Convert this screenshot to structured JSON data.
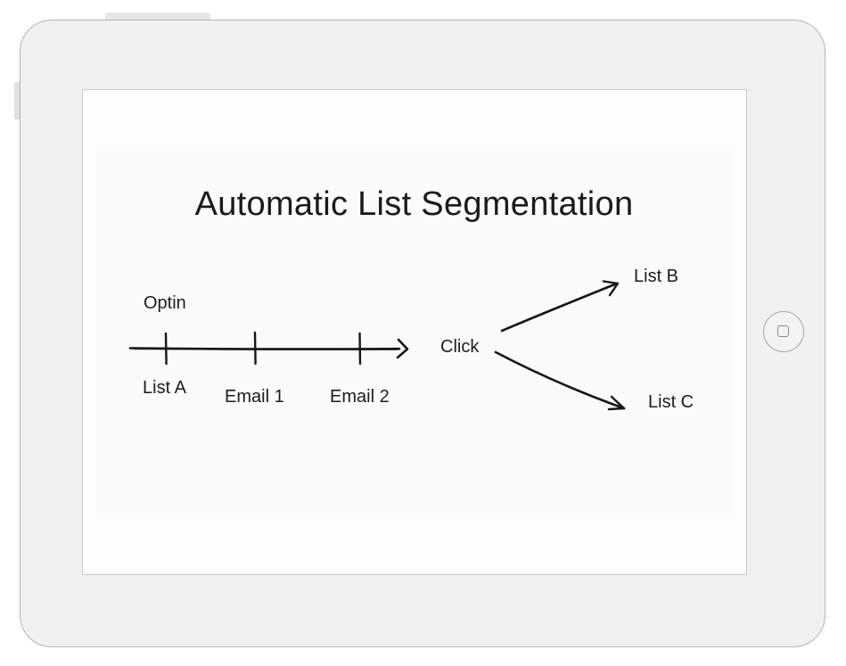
{
  "slide": {
    "title": "Automatic List Segmentation"
  },
  "diagram": {
    "labels": {
      "optin": "Optin",
      "list_a": "List A",
      "email_1": "Email 1",
      "email_2": "Email 2",
      "click": "Click",
      "list_b": "List B",
      "list_c": "List C"
    }
  },
  "colors": {
    "ink": "#161616",
    "device_body": "#f1f1f1",
    "device_border": "#b4b4b4"
  },
  "icons": {
    "home": "home-button-icon"
  }
}
